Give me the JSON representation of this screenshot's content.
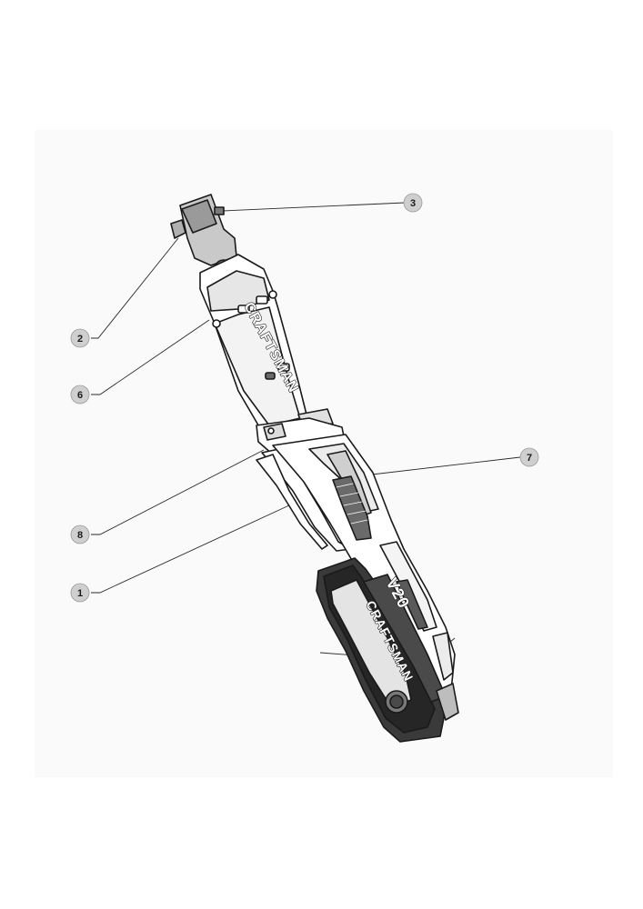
{
  "diagram": {
    "brand_head": "CRAFTSMAN",
    "brand_battery": "CRAFTSMAN",
    "voltage_mark": "V20",
    "callouts": [
      {
        "id": "c3",
        "label": "3"
      },
      {
        "id": "c2",
        "label": "2"
      },
      {
        "id": "c6",
        "label": "6"
      },
      {
        "id": "c7",
        "label": "7"
      },
      {
        "id": "c8",
        "label": "8"
      },
      {
        "id": "c1",
        "label": "1"
      }
    ]
  }
}
